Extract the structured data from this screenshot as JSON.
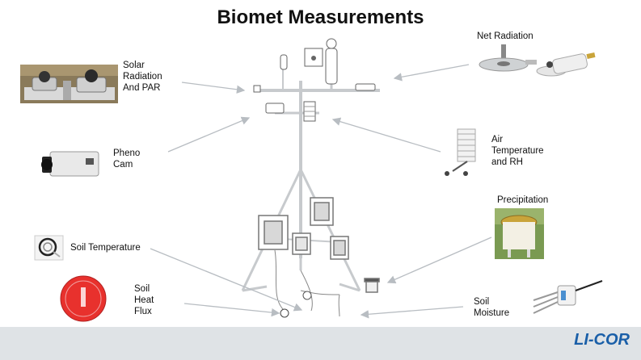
{
  "title": "Biomet Measurements",
  "labels": {
    "solar": "Solar\nRadiation\nAnd PAR",
    "net_radiation": "Net Radiation",
    "pheno_cam": "Pheno\nCam",
    "air_temp": "Air\nTemperature\nand RH",
    "precipitation": "Precipitation",
    "soil_temperature": "Soil Temperature",
    "soil_heat_flux": "Soil\nHeat\nFlux",
    "soil_moisture": "Soil\nMoisture"
  },
  "logo": "LI-COR",
  "colors": {
    "arrow": "#b8bdc2",
    "footer": "#dfe3e6",
    "logo": "#1a5fa8",
    "tower": "#c7cacd"
  }
}
